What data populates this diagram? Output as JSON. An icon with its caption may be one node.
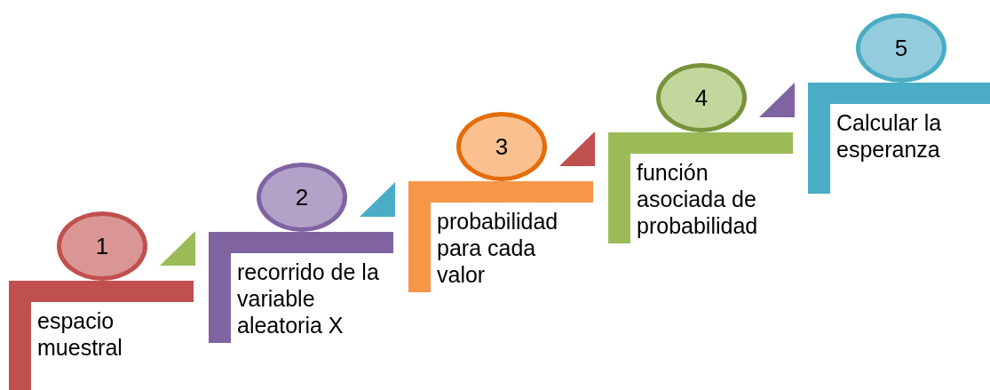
{
  "diagram": {
    "nodes": [
      {
        "text": [
          "1"
        ]
      },
      {
        "text": [
          "espacio muestral"
        ]
      },
      {
        "text": [
          "2"
        ]
      },
      {
        "text": [
          "recorrido de la variable aleatoria X"
        ]
      },
      {
        "text": [
          "3"
        ]
      },
      {
        "text": [
          "probabilidad para cada valor"
        ]
      },
      {
        "text": [
          "4"
        ]
      },
      {
        "text": [
          "función asociada de probabilidad"
        ]
      },
      {
        "text": [
          "5"
        ]
      },
      {
        "text": [
          "Calcular la esperanza"
        ]
      }
    ]
  }
}
